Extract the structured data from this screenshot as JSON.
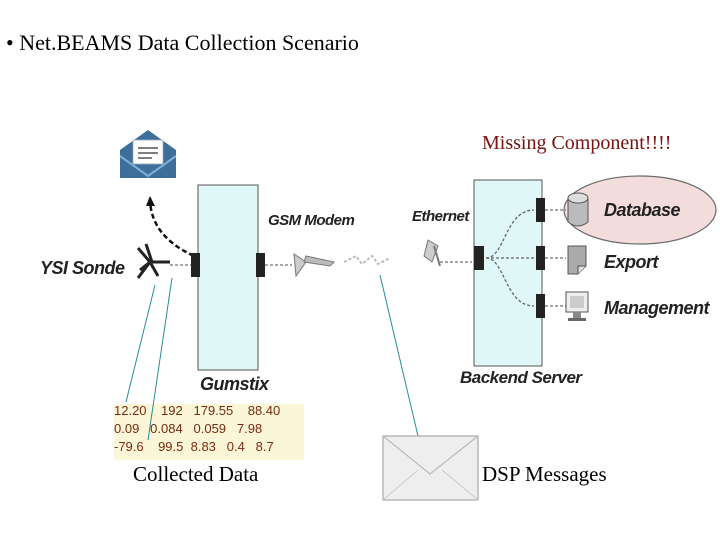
{
  "title": "• Net.BEAMS Data Collection Scenario",
  "missing_label": "Missing Component!!!!",
  "labels": {
    "ysi_sonde": "YSI Sonde",
    "gsm_modem": "GSM Modem",
    "ethernet": "Ethernet",
    "database": "Database",
    "export": "Export",
    "management": "Management",
    "gumstix": "Gumstix",
    "backend_server": "Backend Server"
  },
  "collected_data": {
    "rows": [
      "12.20    192   179.55    88.40",
      "0.09   0.084   0.059   7.98",
      "-79.6    99.5  8.83   0.4   8.7"
    ],
    "caption": "Collected  Data"
  },
  "dsp_caption": "DSP Messages",
  "colors": {
    "box_fill": "#dff7f7",
    "ellipse_fill": "#f3dcdc",
    "missing_text": "#7a1010",
    "data_text": "#7a2a10",
    "data_highlight": "#fbf6d8"
  },
  "icons": [
    "mail-open-icon",
    "sensor-icon",
    "antenna-icon",
    "cylinder-icon",
    "document-icon",
    "monitor-icon",
    "envelope-icon"
  ]
}
